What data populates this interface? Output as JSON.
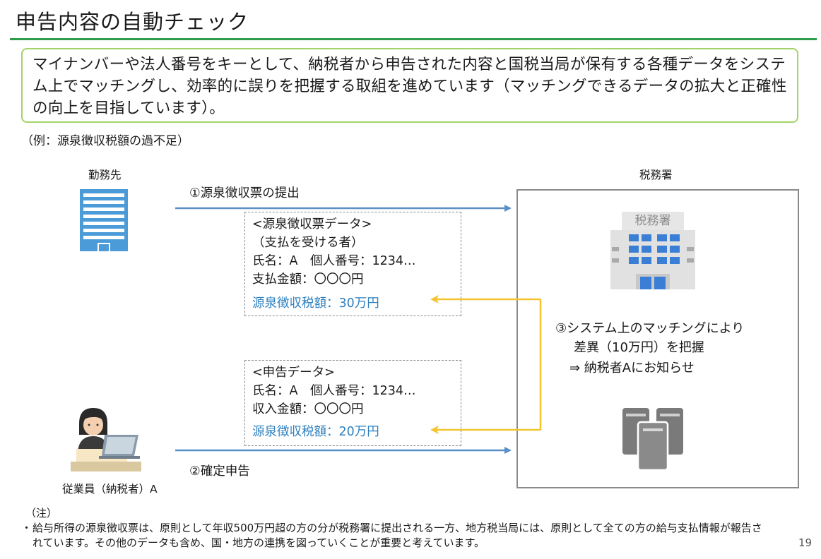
{
  "header": {
    "title": "申告内容の自動チェック"
  },
  "summary": {
    "text": "マイナンバーや法人番号をキーとして、納税者から申告された内容と国税当局が保有する各種データをシステム上でマッチングし、効率的に誤りを把握する取組を進めています（マッチングできるデータの拡大と正確性の向上を目指しています）。"
  },
  "example_label": "（例：源泉徴収税額の過不足）",
  "actors": {
    "employer": "勤務先",
    "tax_office": "税務署",
    "employee": "従業員（納税者）A",
    "tax_office_sign": "税務署"
  },
  "flows": {
    "submit_withholding": "①源泉徴収票の提出",
    "final_return": "②確定申告"
  },
  "withholding_data": {
    "header": "<源泉徴収票データ>",
    "sub": "（支払を受ける者）",
    "name_line": "氏名：A　個人番号：1234…",
    "amount_line": "支払金額：〇〇〇円",
    "tax_line": "源泉徴収税額：30万円"
  },
  "return_data": {
    "header": "<申告データ>",
    "name_line": "氏名：A　個人番号：1234…",
    "income_line": "収入金額：〇〇〇円",
    "tax_line": "源泉徴収税額：20万円"
  },
  "matching": {
    "line1": "③システム上のマッチングにより",
    "line2": "差異（10万円）を把握",
    "line3": "⇒ 納税者Aにお知らせ"
  },
  "notes": {
    "head": "（注）",
    "bullet": "・",
    "text": "給与所得の源泉徴収票は、原則として年収500万円超の方の分が税務署に提出される一方、地方税当局には、原則として全ての方の給与支払情報が報告されています。その他のデータも含め、国・地方の連携を図っていくことが重要と考えています。"
  },
  "page_number": "19",
  "colors": {
    "title_rule": "#2e9c4a",
    "summary_border": "#a3d468",
    "flow_arrow": "#5b8fc7",
    "match_arrow": "#f4c431",
    "highlight_text": "#2c7fbf"
  },
  "icons": {
    "employer": "office-building-icon",
    "employee": "person-at-laptop-icon",
    "tax_office": "tax-office-building-icon",
    "servers": "server-icon"
  }
}
